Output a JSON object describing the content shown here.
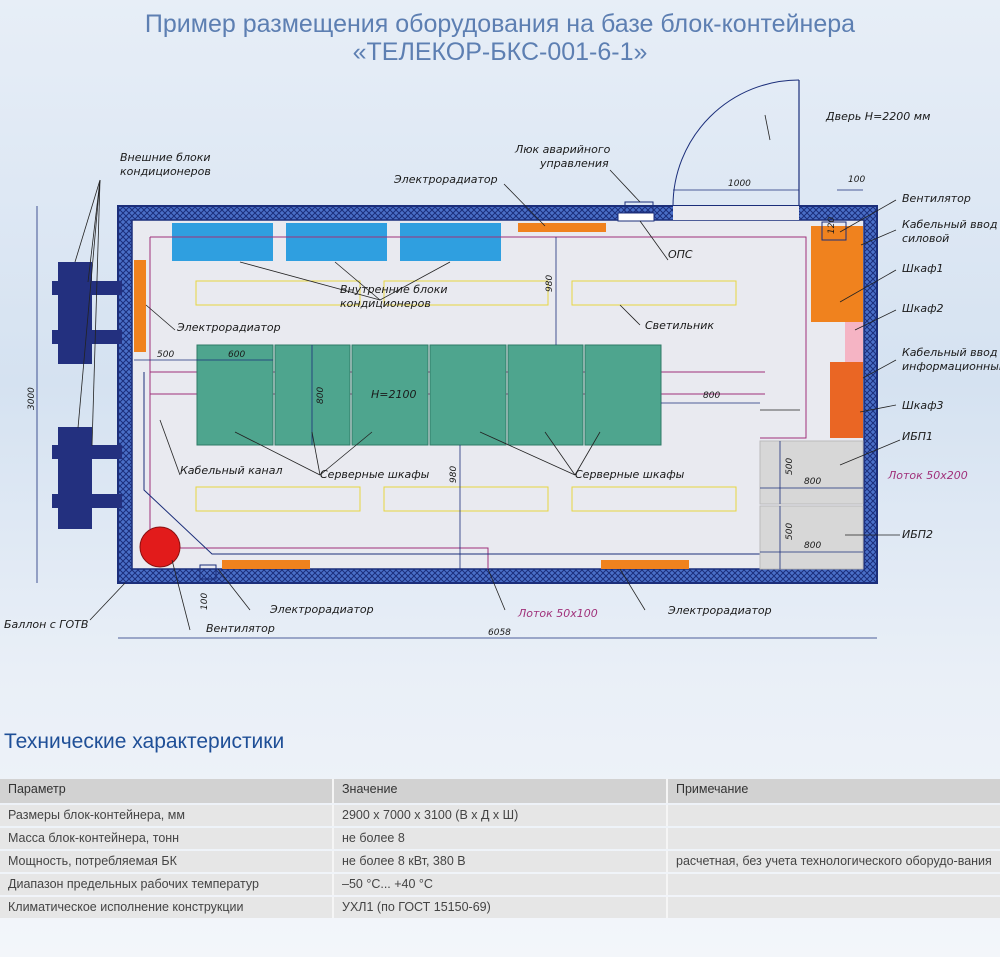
{
  "title": {
    "line1": "Пример размещения оборудования на базе блок-контейнера",
    "line2": "«ТЕЛЕКОР-БКС-001-6-1»"
  },
  "plan": {
    "labels": {
      "ext_ac": [
        "Внешние блоки",
        "кондиционеров"
      ],
      "int_ac": [
        "Внутренние блоки",
        "кондиционеров"
      ],
      "radiator": "Электрорадиатор",
      "hatch": [
        "Люк аварийного",
        "управления"
      ],
      "door": "Дверь H=2200 мм",
      "ventilator": "Вентилятор",
      "cable_power": [
        "Кабельный ввод",
        "силовой"
      ],
      "shkaf1": "Шкаф1",
      "shkaf2": "Шкаф2",
      "cable_info": [
        "Кабельный ввод",
        "информационный"
      ],
      "shkaf3": "Шкаф3",
      "ibp1": "ИБП1",
      "ibp2": "ИБП2",
      "tray_200": "Лоток 50x200",
      "tray_100": "Лоток 50x100",
      "ops": "ОПС",
      "light": "Светильник",
      "cable_channel": "Кабельный канал",
      "server_racks": "Серверные шкафы",
      "height": "H=2100",
      "gotv": "Баллон с ГОТВ"
    },
    "dims": {
      "d1000": "1000",
      "d100": "100",
      "d120": "120",
      "d980": "980",
      "d500": "500",
      "d600": "600",
      "d800": "800",
      "d3000": "3000",
      "d6058": "6058"
    }
  },
  "specs": {
    "heading": "Технические характеристики",
    "columns": [
      "Параметр",
      "Значение",
      "Примечание"
    ],
    "rows": [
      [
        "Размеры блок-контейнера, мм",
        "2900 x 7000 x 3100 (В x Д x Ш)",
        ""
      ],
      [
        "Масса блок-контейнера, тонн",
        "не более 8",
        ""
      ],
      [
        "Мощность, потребляемая БК",
        "не более 8 кВт, 380 В",
        "расчетная, без учета технологического оборудо-вания"
      ],
      [
        "Диапазон предельных рабочих температур",
        "–50 °С... +40 °С",
        ""
      ],
      [
        "Климатическое исполнение конструкции",
        "УХЛ1 (по ГОСТ 15150-69)",
        ""
      ]
    ]
  },
  "colors": {
    "wall": "#1f3f9a",
    "rack": "#4ea58e",
    "ac_indoor": "#2f9fe0",
    "radiator": "#f0821e",
    "ups": "#d5d5d5",
    "gotv": "#e21b1b",
    "tray": "#a0307a"
  }
}
